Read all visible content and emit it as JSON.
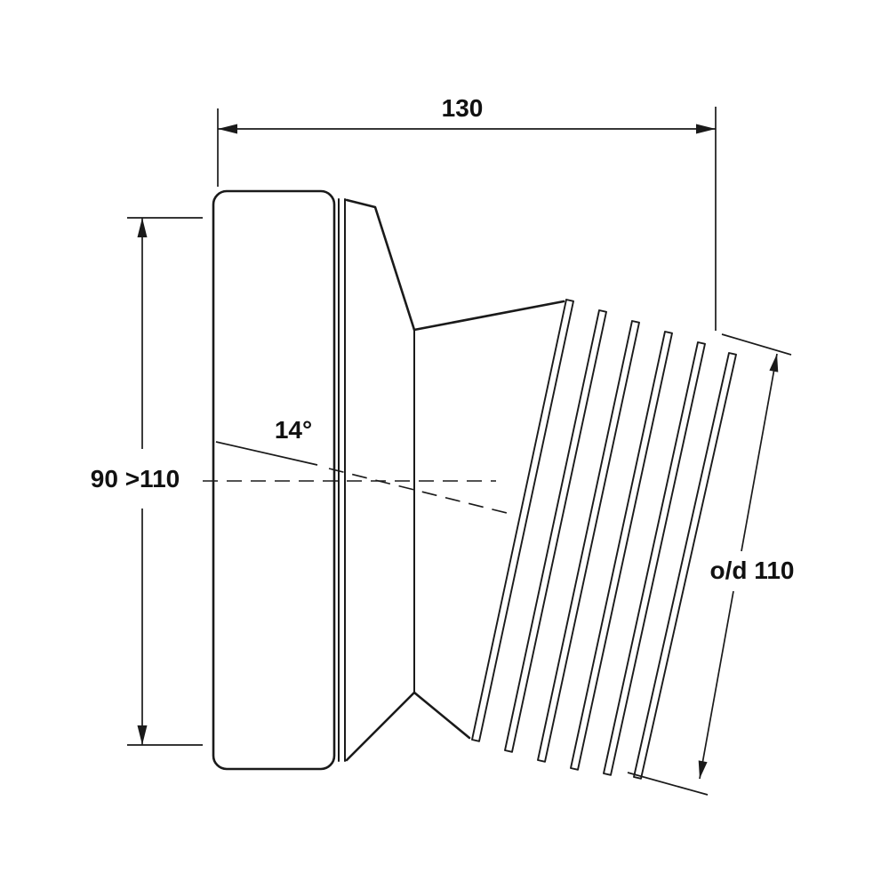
{
  "drawing": {
    "type": "technical-line-drawing",
    "subject": "angled WC pan connector with finned outlet",
    "colors": {
      "line": "#1a1a1a",
      "background": "#ffffff"
    },
    "labels": {
      "width": "130",
      "inlet_diameter": "90 >110",
      "angle": "14°",
      "outlet_diameter": "o/d 110"
    }
  }
}
